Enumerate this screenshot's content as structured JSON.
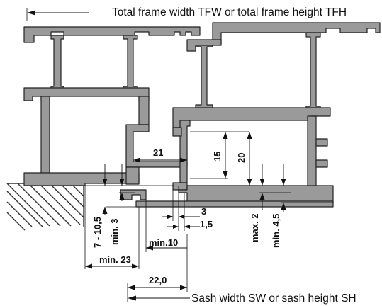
{
  "captions": {
    "top": "Total frame width TFW or total frame height TFH",
    "bottom": "Sash width SW or sash height SH"
  },
  "dimensions": {
    "d21": "21",
    "d15": "15",
    "d20": "20",
    "d3": "3",
    "d1_5": "1,5",
    "max2": "max. 2",
    "min4_5": "min. 4,5",
    "d7_10_5": "7 - 10,5",
    "min3": "min. 3",
    "min10": "min.10",
    "min23": "min. 23",
    "d22_0": "22,0"
  }
}
